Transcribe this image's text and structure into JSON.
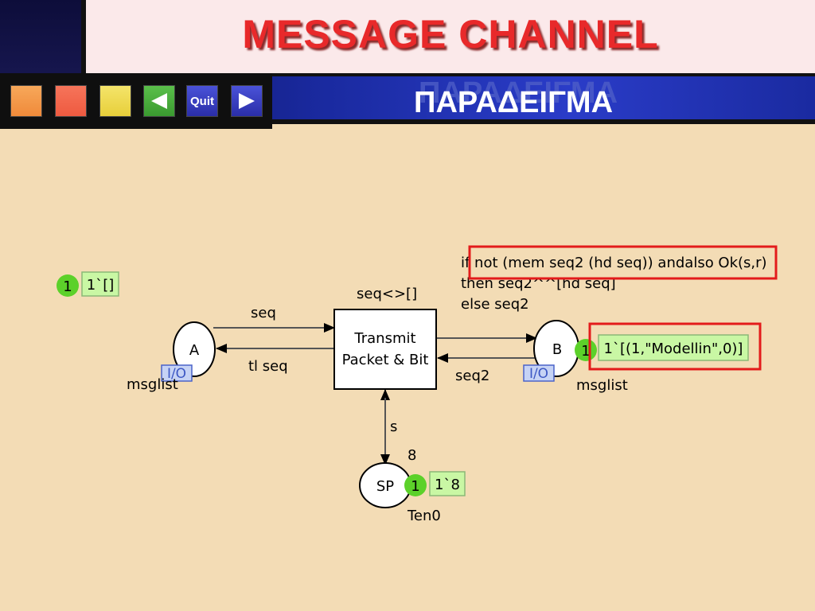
{
  "header": {
    "title": "MESSAGE  CHANNEL",
    "subtitle": "ΠΑΡΑΔΕΙΓΜΑ"
  },
  "nav": {
    "quit_label": "Quit",
    "buttons": [
      "orange-square",
      "red-square",
      "yellow-square",
      "back-arrow",
      "quit",
      "forward-arrow"
    ]
  },
  "diagram": {
    "transition": {
      "line1": "Transmit",
      "line2": "Packet & Bit"
    },
    "places": {
      "A": {
        "label": "A",
        "type": "msglist",
        "port": "I/O",
        "token_count": "1",
        "marking": "1`[]"
      },
      "B": {
        "label": "B",
        "type": "msglist",
        "port": "I/O",
        "token_count": "1",
        "marking": "1`[(1,\"Modellin\",0)]"
      },
      "SP": {
        "label": "SP",
        "type": "Ten0",
        "init": "8",
        "token_count": "1",
        "marking": "1`8"
      }
    },
    "arcs": {
      "a_to_t": "seq",
      "t_to_a": "tl seq",
      "guard_top": "seq<>[]",
      "t_to_b_line1": "if not (mem seq2 (hd seq)) andalso Ok(s,r)",
      "t_to_b_line2": "then seq2^^[hd seq]",
      "t_to_b_line3": "else seq2",
      "b_to_t": "seq2",
      "sp_arc": "s"
    },
    "colors": {
      "token": "#5cd12a",
      "marking_bg": "#c9f7a4",
      "highlight": "#e31b1b",
      "port_bg": "#c6d3f5",
      "port_border": "#4a63c9"
    }
  }
}
